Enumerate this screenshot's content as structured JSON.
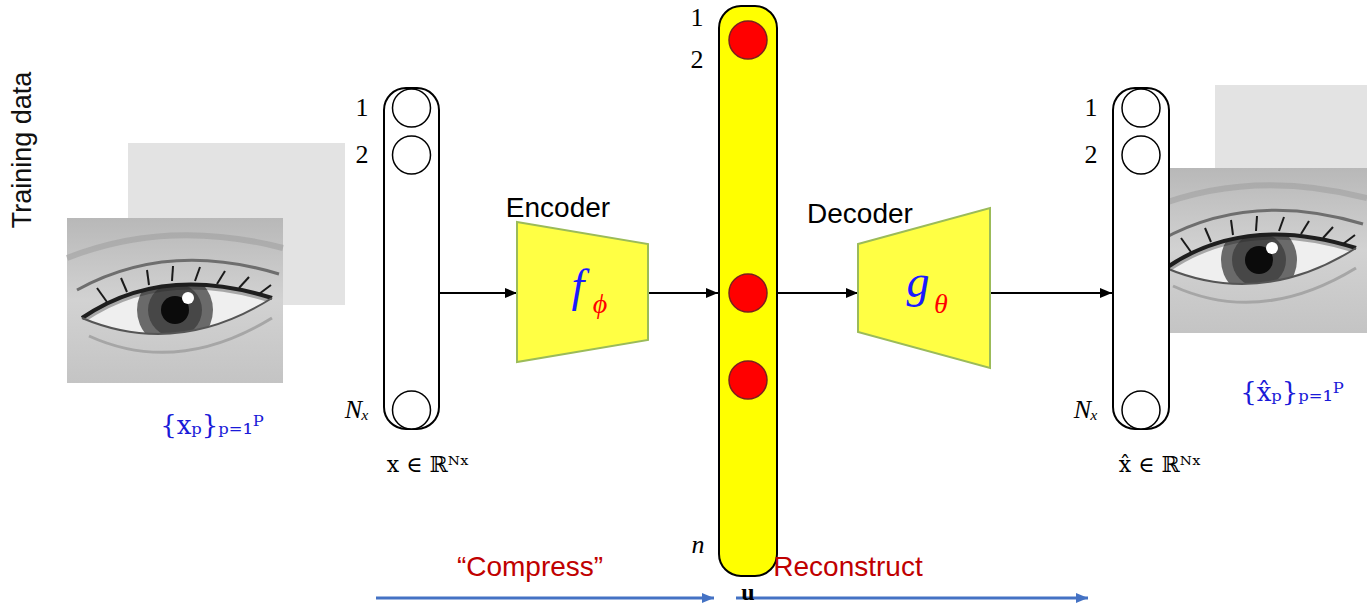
{
  "diagram": {
    "nodes": [
      {
        "text": [
          "1",
          "2",
          "Nₓ"
        ]
      },
      {
        "text": [
          "Encoder",
          "f",
          "ϕ"
        ]
      },
      {
        "text": [
          "1",
          "2",
          "n",
          "u"
        ]
      },
      {
        "text": [
          "Decoder",
          "g",
          "θ"
        ]
      },
      {
        "text": [
          "1",
          "2",
          "Nₓ"
        ]
      }
    ],
    "edges": [
      {
        "from": 0,
        "to": 1,
        "arrow": "to"
      },
      {
        "from": 1,
        "to": 2,
        "arrow": "to"
      },
      {
        "from": 2,
        "to": 3,
        "arrow": "to"
      },
      {
        "from": 3,
        "to": 4,
        "arrow": "to"
      }
    ],
    "labels": [
      "Training data",
      "{xₚ}ₚ₌₁ᴾ",
      "x ∈ ℝᴺˣ",
      "“Compress”",
      "Reconstruct",
      "x̂ ∈ ℝᴺˣ",
      "{x̂ₚ}ₚ₌₁ᴾ"
    ]
  }
}
